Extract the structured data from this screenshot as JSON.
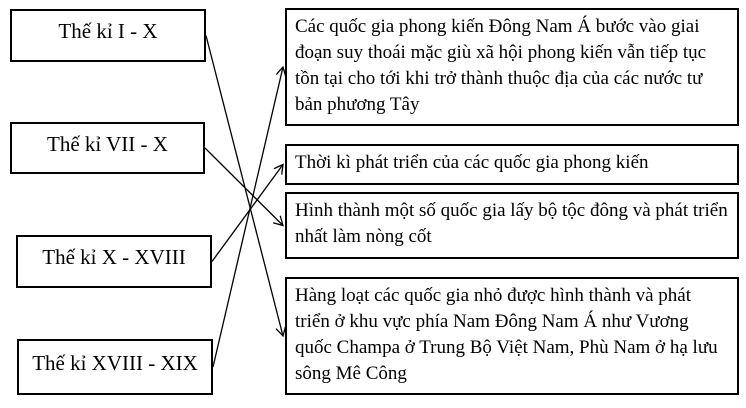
{
  "diagram": {
    "description": "Matching exercise: Southeast Asian feudal states timeline",
    "left_boxes": [
      {
        "label": "Thế kỉ I - X"
      },
      {
        "label": "Thế kỉ VII - X"
      },
      {
        "label": "Thế kỉ X - XVIII"
      },
      {
        "label": "Thế kỉ  XVIII - XIX"
      }
    ],
    "right_boxes": [
      {
        "text": "Các quốc gia phong kiến Đông Nam Á bước vào giai đoạn suy thoái mặc giù xã hội phong kiến vẫn tiếp tục tồn tại cho tới khi trở thành thuộc địa của các nước tư bản phương Tây"
      },
      {
        "text": "Thời kì phát triển của các quốc gia phong kiến"
      },
      {
        "text": "Hình thành một số quốc gia lấy bộ tộc đông và phát triển nhất làm nòng cốt"
      },
      {
        "text": "Hàng loạt các quốc gia nhỏ được hình thành và phát triển ở khu vực phía Nam Đông Nam Á như Vương quốc Champa ở Trung Bộ Việt Nam, Phù Nam ở hạ lưu sông Mê Công"
      }
    ],
    "connections": [
      {
        "from": 0,
        "to": 3
      },
      {
        "from": 1,
        "to": 2
      },
      {
        "from": 2,
        "to": 1
      },
      {
        "from": 3,
        "to": 0
      }
    ],
    "colors": {
      "line": "#000000",
      "border": "#000000",
      "background": "#ffffff",
      "text": "#000000"
    }
  }
}
